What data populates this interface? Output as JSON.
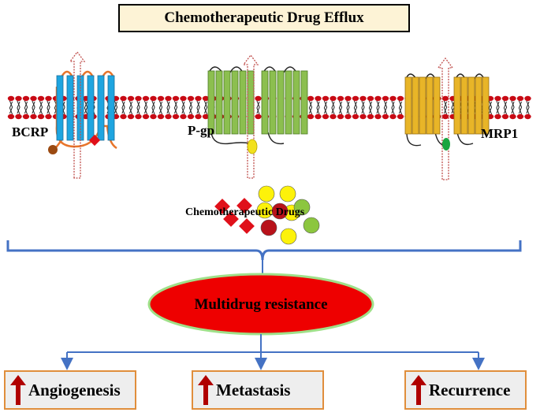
{
  "title": "Chemotherapeutic Drug Efflux",
  "transporters": [
    {
      "label": "BCRP",
      "color": "#1ea5e0"
    },
    {
      "label": "P-gp",
      "color": "#8cbf4f"
    },
    {
      "label": "MRP1",
      "color": "#e8b528"
    }
  ],
  "drugs_label": "Chemotherapeutic Drugs",
  "result": {
    "label": "Multidrug resistance",
    "fill": "#ee0000",
    "border": "#9fe089"
  },
  "outcomes": [
    {
      "label": "Angiogenesis"
    },
    {
      "label": "Metastasis"
    },
    {
      "label": "Recurrence"
    }
  ],
  "colors": {
    "lipid_head": "#c80a14",
    "efflux_arrow": "#c0504d",
    "connector": "#4472c4",
    "outcome_border": "#e08e3c",
    "up_arrow": "#b00000"
  }
}
